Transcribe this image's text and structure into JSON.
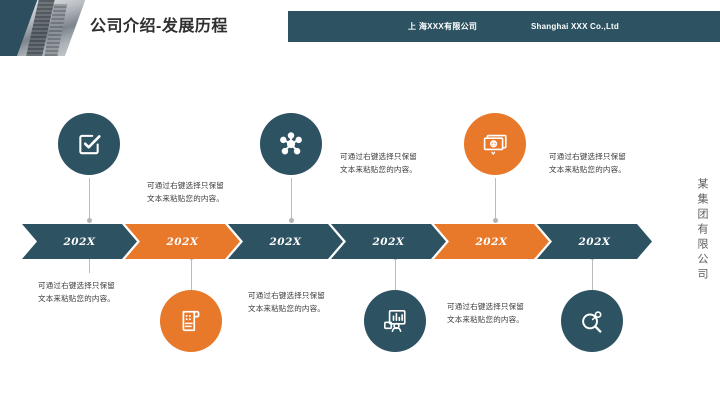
{
  "slide": {
    "title": "公司介绍-发展历程",
    "side_text": "某集团有限公司",
    "colors": {
      "dark_teal": "#2d5262",
      "orange": "#e8792b",
      "body_text": "#3a3a3a",
      "connector": "#b9bdc0",
      "background": "#ffffff"
    }
  },
  "header": {
    "company_cn": "上 海XXX有限公司",
    "company_en": "Shanghai XXX  Co.,Ltd"
  },
  "body_text": "可通过右键选择只保留\n文本来粘贴您的内容。",
  "timeline": {
    "milestones": [
      {
        "label": "202X",
        "color": "dark",
        "icon": "check-square-edit-icon",
        "icon_color": "dark",
        "icon_position": "top",
        "text": "可通过右键选择只保留\n文本来粘贴您的内容。",
        "text_position": "bottom"
      },
      {
        "label": "202X",
        "color": "orange",
        "icon": "receipt-document-icon",
        "icon_color": "orange",
        "icon_position": "bottom",
        "text": "可通过右键选择只保留\n文本来粘贴您的内容。",
        "text_position": "top"
      },
      {
        "label": "202X",
        "color": "dark",
        "icon": "network-hub-icon",
        "icon_color": "dark",
        "icon_position": "top",
        "text": "可通过右键选择只保留\n文本来粘贴您的内容。",
        "text_position": "bottom"
      },
      {
        "label": "202X",
        "color": "dark",
        "icon": "presentation-chart-person-icon",
        "icon_color": "dark",
        "icon_position": "bottom",
        "text": "可通过右键选择只保留\n文本来粘贴您的内容。",
        "text_position": "top"
      },
      {
        "label": "202X",
        "color": "orange",
        "icon": "banknote-money-icon",
        "icon_color": "orange",
        "icon_position": "top",
        "text": "可通过右键选择只保留\n文本来粘贴您的内容。",
        "text_position": "bottom"
      },
      {
        "label": "202X",
        "color": "dark",
        "icon": "magnifier-analysis-icon",
        "icon_color": "dark",
        "icon_position": "bottom",
        "text": "可通过右键选择只保留\n文本来粘贴您的内容。",
        "text_position": "top"
      }
    ]
  }
}
